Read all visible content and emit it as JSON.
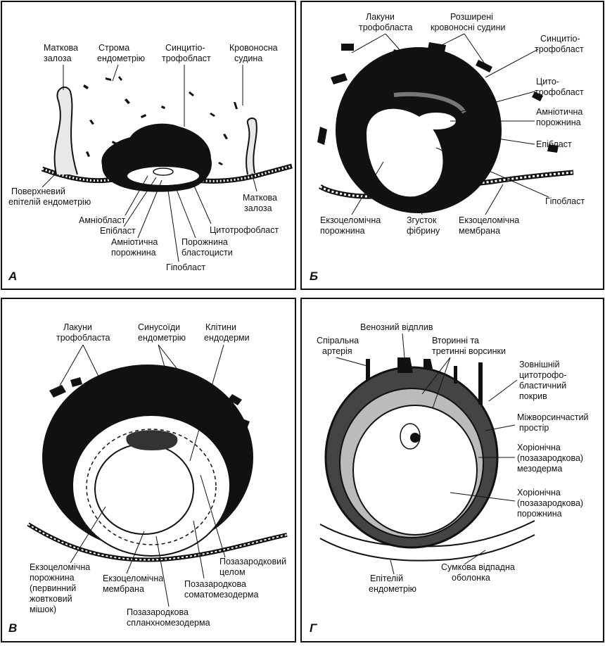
{
  "panels": {
    "a": {
      "letter": "А",
      "labels": {
        "gland_top": [
          "Маткова",
          "залоза"
        ],
        "stroma": [
          "Строма",
          "ендометрію"
        ],
        "synciotro": [
          "Синцитіо-",
          "трофобласт"
        ],
        "vessel": [
          "Кровоносна",
          "судина"
        ],
        "surface": [
          "Поверхневий",
          "епітелій ендометрію"
        ],
        "gland_right": [
          "Маткова",
          "залоза"
        ],
        "amnioblast": "Амніобласт",
        "epiblast": "Епібласт",
        "amn_cavity": [
          "Амніотична",
          "порожнина"
        ],
        "blast_cavity": [
          "Порожнина",
          "бластоцисти"
        ],
        "cytotro": "Цитотрофобласт",
        "hypoblast": "Гіпобласт"
      }
    },
    "b": {
      "letter": "Б",
      "labels": {
        "lacunae": [
          "Лакуни",
          "трофобласта"
        ],
        "vessels": [
          "Розширені",
          "кровоносні судини"
        ],
        "synciotro": [
          "Синцитіо-",
          "трофобласт"
        ],
        "cytotro": [
          "Цито-",
          "трофобласт"
        ],
        "amn_cavity": [
          "Амніотична",
          "порожнина"
        ],
        "epiblast": "Епібласт",
        "hypoblast": "Гіпобласт",
        "exocoel_cavity": [
          "Екзоцеломічна",
          "порожнина"
        ],
        "fibrin": [
          "Згусток",
          "фібрину"
        ],
        "exocoel_membrane": [
          "Екзоцеломічна",
          "мембрана"
        ]
      }
    },
    "v": {
      "letter": "В",
      "labels": {
        "lacunae": [
          "Лакуни",
          "трофобласта"
        ],
        "sinusoids": [
          "Синусоїди",
          "ендометрію"
        ],
        "endoderm": [
          "Клітини",
          "ендодерми"
        ],
        "exocoel_cavity": [
          "Екзоцеломічна",
          "порожнина",
          "(первинний",
          "жовтковий",
          "мішок)"
        ],
        "exocoel_membrane": [
          "Екзоцеломічна",
          "мембрана"
        ],
        "extra_coelom": [
          "Позазародковий",
          "целом"
        ],
        "somato": [
          "Позазародкова",
          "соматомезодерма"
        ],
        "splanchno": [
          "Позазародкова",
          "спланхномезодерма"
        ]
      }
    },
    "g": {
      "letter": "Г",
      "labels": {
        "venous": "Венозний відплив",
        "spiral": [
          "Спіральна",
          "артерія"
        ],
        "villi": [
          "Вторинні та",
          "третинні ворсинки"
        ],
        "outer_shell": [
          "Зовнішній",
          "цитотрофо-",
          "бластичний",
          "покрив"
        ],
        "intervillous": [
          "Міжворсинчастий",
          "простір"
        ],
        "chorion_meso": [
          "Хоріонічна",
          "(позазародкова)",
          "мезодерма"
        ],
        "chorion_cavity": [
          "Хоріонічна",
          "(позазародкова)",
          "порожнина"
        ],
        "epithelium": [
          "Епітелій",
          "ендометрію"
        ],
        "decidua": [
          "Сумкова відпадна",
          "оболонка"
        ]
      }
    }
  }
}
